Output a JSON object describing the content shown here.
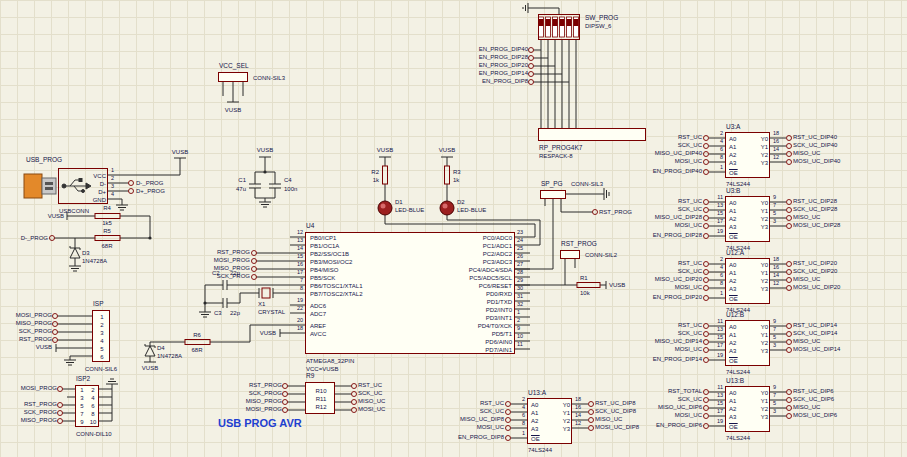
{
  "diagram": {
    "title": "USB PROG AVR",
    "nodes": [
      {
        "text": [
          "SW_PROG",
          "DIPSW_6"
        ]
      },
      {
        "text": [
          "VCC_SEL",
          "CONN-SIL3"
        ]
      },
      {
        "text": [
          "RP_PROG4K7",
          "RESPACK-8"
        ]
      },
      {
        "text": [
          "U3:A",
          "A0",
          "A1",
          "A2",
          "A3",
          "Y0",
          "Y1",
          "Y2",
          "Y3",
          "OE",
          "74LS244"
        ]
      },
      {
        "text": [
          "USB_PROG",
          "VCC",
          "D-",
          "D+",
          "GND",
          "USBCONN"
        ]
      },
      {
        "text": [
          "SP_PG",
          "CONN-SIL3"
        ]
      },
      {
        "text": [
          "U3:B",
          "A0",
          "A1",
          "A2",
          "A3",
          "Y0",
          "Y1",
          "Y2",
          "Y3",
          "OE",
          "74LS244"
        ]
      },
      {
        "text": [
          "U4",
          "PB0/ICP1",
          "PB1/OC1A",
          "PB2/SS/OC1B",
          "PB3/MOSI/OC2",
          "PB4/MISO",
          "PB5/SCK",
          "PB6/TOSC1/XTAL1",
          "PB7/TOSC2/XTAL2",
          "ADC6",
          "ADC7",
          "AREF",
          "AVCC",
          "PC0/ADC0",
          "PC1/ADC1",
          "PC2/ADC2",
          "PC3/ADC3",
          "PC4/ADC4/SDA",
          "PC5/ADC5/SCL",
          "PC6/RESET",
          "PD0/RXD",
          "PD1/TXD",
          "PD2/INT0",
          "PD3/INT1",
          "PD4/T0/XCK",
          "PD5/T1",
          "PD6/AIN0",
          "PD7/AIN1",
          "ATMEGA8_32PIN",
          "VCC=VUSB"
        ]
      },
      {
        "text": [
          "RST_PROG",
          "CONN-SIL2"
        ]
      },
      {
        "text": [
          "U12:A",
          "A0",
          "A1",
          "A2",
          "A3",
          "Y0",
          "Y1",
          "Y2",
          "Y3",
          "OE",
          "74LS244"
        ]
      },
      {
        "text": [
          "ISP",
          "1",
          "2",
          "3",
          "4",
          "5",
          "6",
          "CONN-SIL6"
        ]
      },
      {
        "text": [
          "U12:B",
          "A0",
          "A1",
          "A2",
          "A3",
          "Y0",
          "Y1",
          "Y2",
          "Y3",
          "OE",
          "74LS244"
        ]
      },
      {
        "text": [
          "ISP2",
          "1",
          "2",
          "3",
          "4",
          "5",
          "6",
          "7",
          "8",
          "9",
          "10",
          "CONN-DIL10"
        ]
      },
      {
        "text": [
          "R9",
          "R10",
          "R11",
          "R12"
        ]
      },
      {
        "text": [
          "U13:B",
          "A0",
          "A1",
          "A2",
          "A3",
          "Y0",
          "Y1",
          "Y2",
          "Y3",
          "OE",
          "74LS244"
        ]
      },
      {
        "text": [
          "U13:A",
          "A0",
          "A1",
          "A2",
          "A3",
          "Y0",
          "Y1",
          "Y2",
          "Y3",
          "OE",
          "74LS244"
        ]
      }
    ],
    "edges": [
      {
        "from": 0,
        "to": 2,
        "arrow": "none"
      },
      {
        "from": 7,
        "to": 5,
        "arrow": "none"
      },
      {
        "from": 7,
        "to": 8,
        "arrow": "none"
      }
    ],
    "labels": [
      "VUSB",
      "1",
      "2",
      "3",
      "4",
      "D-_PROG",
      "D+_PROG",
      "VUSB",
      "C1",
      "47u",
      "C4",
      "100n",
      "VUSB",
      "VUSB",
      "R2",
      "1k",
      "D1",
      "LED-BLUE",
      "VUSB",
      "R3",
      "1k",
      "D2",
      "LED-BLUE",
      "VUSB",
      "R4",
      "1k5",
      "R5",
      "68R",
      "D-_PROG",
      "D3",
      "1N4728A",
      "RST_PROG",
      "MOSI_PROG",
      "MISO_PROG",
      "SCK_PROG",
      "12",
      "13",
      "14",
      "15",
      "16",
      "17",
      "7",
      "8",
      "19",
      "22",
      "20",
      "18",
      "23",
      "24",
      "25",
      "26",
      "27",
      "28",
      "29",
      "30",
      "31",
      "32",
      "1",
      "2",
      "9",
      "10",
      "11",
      "C2",
      "22p",
      "C3",
      "22p",
      "X1",
      "CRYSTAL",
      "VUSB",
      "R6",
      "68R",
      "D4",
      "1N4728A",
      "VUSB",
      "MOSI_PROG",
      "MISO_PROG",
      "SCK_PROG",
      "RST_PROG",
      "VUSB",
      "MOSI_PROG",
      "RST_PROG",
      "SCK_PROG",
      "MISO_PROG",
      "RST_PROG",
      "SCK_PROG",
      "MISO_PROG",
      "MOSI_PROG",
      "RST_UC",
      "SCK_UC",
      "MISO_UC",
      "MOSI_UC",
      "RST_PROG",
      "R1",
      "10k",
      "VUSB",
      "EN_PROG_DIP40",
      "EN_PROG_DIP28",
      "EN_PROG_DIP20",
      "EN_PROG_DIP14",
      "EN_PROG_DIP8",
      "RST_UC",
      "SCK_UC",
      "MISO_UC_DIP40",
      "MOSI_UC",
      "EN_PROG_DIP40",
      "2",
      "4",
      "6",
      "8",
      "1",
      "18",
      "16",
      "14",
      "12",
      "RST_UC_DIP40",
      "SCK_UC_DIP40",
      "MISO_UC",
      "MOSI_UC_DIP40",
      "RST_UC",
      "SCK_UC",
      "MISO_UC_DIP28",
      "MOSI_UC",
      "EN_PROG_DIP28",
      "11",
      "13",
      "15",
      "17",
      "19",
      "9",
      "7",
      "5",
      "3",
      "RST_UC_DIP28",
      "SCK_UC_DIP28",
      "MISO_UC",
      "MOSI_UC_DIP28",
      "RST_UC",
      "SCK_UC",
      "MISO_UC_DIP20",
      "MOSI_UC",
      "EN_PROG_DIP20",
      "2",
      "4",
      "6",
      "8",
      "1",
      "18",
      "16",
      "14",
      "12",
      "RST_UC_DIP20",
      "SCK_UC_DIP20",
      "MISO_UC",
      "MOSI_UC_DIP20",
      "RST_UC",
      "SCK_UC",
      "MISO_UC_DIP14",
      "MOSI_UC",
      "EN_PROG_DIP14",
      "11",
      "13",
      "15",
      "17",
      "19",
      "9",
      "7",
      "5",
      "3",
      "RST_UC_DIP14",
      "SCK_UC_DIP14",
      "MISO_UC",
      "MOSI_UC_DIP14",
      "RST_TOTAL",
      "SCK_UC",
      "MISO_UC_DIP6",
      "MOSI_UC",
      "EN_PROG_DIP6",
      "11",
      "13",
      "15",
      "17",
      "19",
      "9",
      "7",
      "5",
      "3",
      "RST_UC_DIP6",
      "SCK_UC_DIP6",
      "MISO_UC",
      "MOSI_UC_DIP6",
      "RST_UC",
      "SCK_UC",
      "MISO_UC_DIP8",
      "MOSI_UC",
      "EN_PROG_DIP8",
      "2",
      "4",
      "6",
      "8",
      "1",
      "18",
      "16",
      "14",
      "12",
      "RST_UC_DIP8",
      "SCK_UC_DIP8",
      "MISO_UC",
      "MOSI_UC_DIP8"
    ]
  }
}
